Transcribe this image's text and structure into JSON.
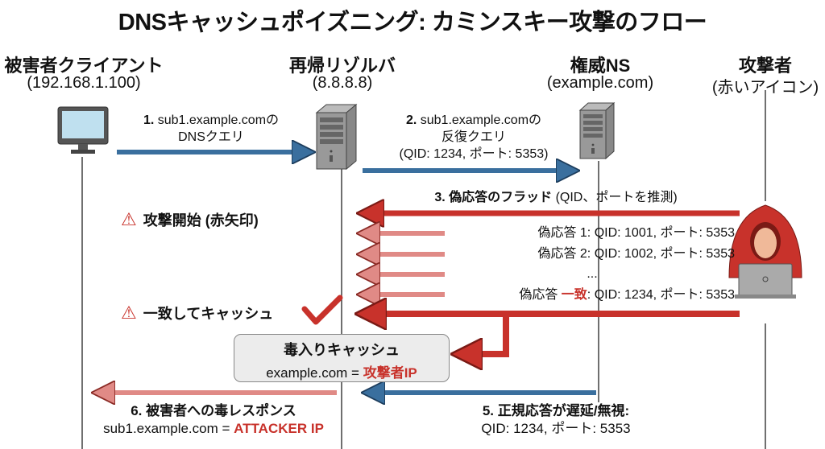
{
  "title": "DNSキャッシュポイズニング: カミンスキー攻撃のフロー",
  "actors": {
    "client": {
      "name": "被害者クライアント",
      "sub": "(192.168.1.100)"
    },
    "resolver": {
      "name": "再帰リゾルバ",
      "sub": "(8.8.8.8)"
    },
    "auth_ns": {
      "name": "権威NS",
      "sub": "(example.com)"
    },
    "attacker": {
      "name": "攻撃者",
      "sub": "(赤いアイコン)"
    }
  },
  "steps": {
    "s1": {
      "num": "1.",
      "line1": " sub1.example.comの",
      "line2": "DNSクエリ"
    },
    "s2": {
      "num": "2.",
      "line1": " sub1.example.comの",
      "line2": "反復クエリ",
      "line3": "(QID: 1234, ポート: 5353)"
    },
    "s3": {
      "bold": "3. 偽応答のフラッド",
      "rest": " (QID、ポートを推測)"
    },
    "fake1": "偽応答 1: QID: 1001, ポート: 5353",
    "fake2": "偽応答 2: QID: 1002, ポート: 5353",
    "ellipsis": "...",
    "match": {
      "pre": "偽応答 ",
      "hl": "一致",
      "post": ": QID: 1234, ポート: 5353"
    },
    "s5": {
      "line1": "5. 正規応答が遅延/無視:",
      "line2": "QID: 1234, ポート: 5353"
    },
    "s6": {
      "line1": "6. 被害者への毒レスポンス",
      "pre": "sub1.example.com = ",
      "hl": "ATTACKER IP"
    }
  },
  "warnings": {
    "attack_start": "攻撃開始 (赤矢印)",
    "cached": "一致してキャッシュ"
  },
  "cache": {
    "title": "毒入りキャッシュ",
    "pre": "example.com = ",
    "hl": "攻撃者IP"
  },
  "colors": {
    "blue": "#3a6f9e",
    "red": "#c8322b",
    "pink": "#e08a86"
  }
}
